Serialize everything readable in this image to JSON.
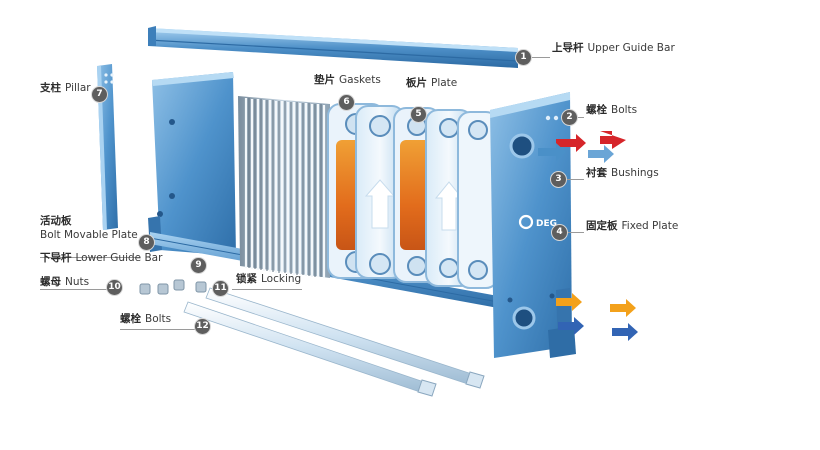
{
  "parts": [
    {
      "num": "1",
      "zh": "上导杆",
      "en": "Upper Guide Bar"
    },
    {
      "num": "2",
      "zh": "螺栓",
      "en": "Bolts"
    },
    {
      "num": "3",
      "zh": "衬套",
      "en": "Bushings"
    },
    {
      "num": "4",
      "zh": "固定板",
      "en": "Fixed Plate"
    },
    {
      "num": "5",
      "zh": "板片",
      "en": "Plate"
    },
    {
      "num": "6",
      "zh": "垫片",
      "en": "Gaskets"
    },
    {
      "num": "7",
      "zh": "支柱",
      "en": "Pillar"
    },
    {
      "num": "8",
      "zh": "活动板",
      "en": "Bolt Movable Plate"
    },
    {
      "num": "9",
      "zh": "下导杆",
      "en": "Lower Guide Bar"
    },
    {
      "num": "10",
      "zh": "螺母",
      "en": "Nuts"
    },
    {
      "num": "11",
      "zh": "锁紧",
      "en": "Locking"
    },
    {
      "num": "12",
      "zh": "螺栓",
      "en": "Bolts"
    }
  ],
  "logo_text": "DEG",
  "colors": {
    "steel": "#4a90c8",
    "steel_dark": "#2c6aa3",
    "steel_light": "#9fc9ea",
    "hot": "#e8741e",
    "hot_arrow": "#d6252a",
    "warm_arrow": "#f3a11b",
    "cold_arrow": "#3264b4",
    "badge": "#5e5e5e"
  }
}
